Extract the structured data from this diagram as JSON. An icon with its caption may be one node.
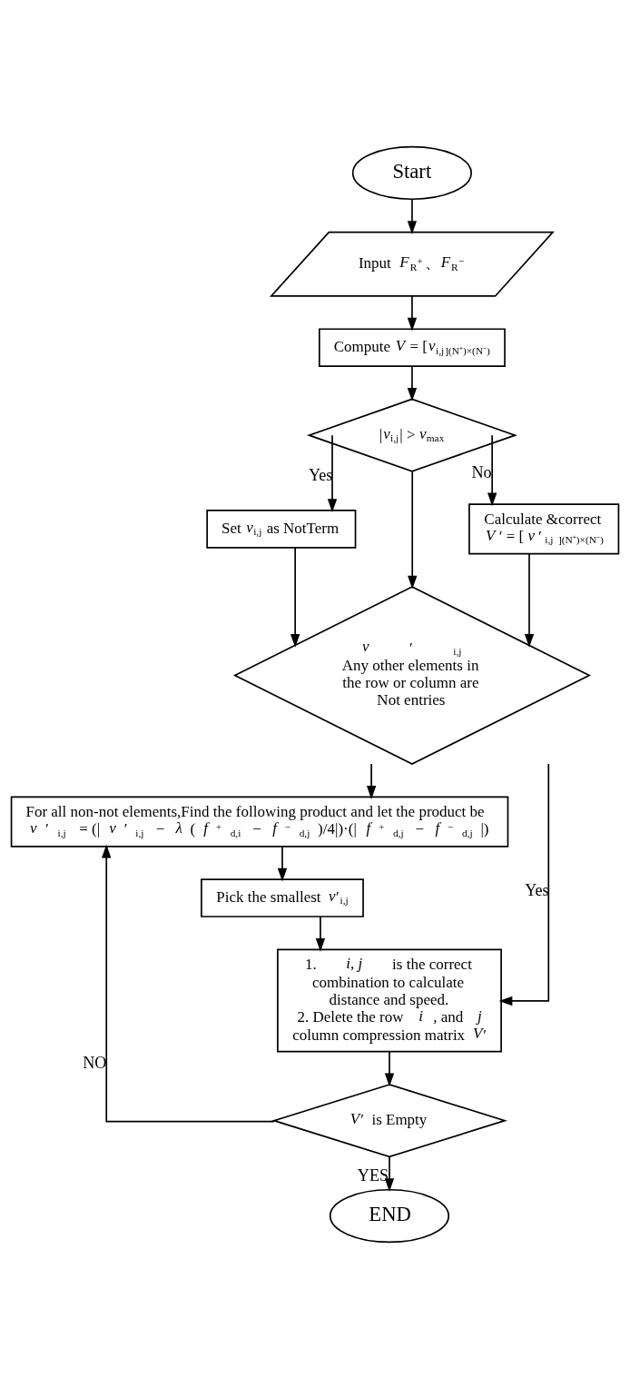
{
  "diagram": {
    "nodes": [
      {
        "text": [
          "Start"
        ]
      },
      {
        "text": [
          "Input  *F*$_{R}$$^{+}$、*F*$_{R}$$^{−}$"
        ]
      },
      {
        "text": [
          "Compute *V* = [*v*$_{i,j}$]$_{(N⁺)×(N⁻)}$"
        ]
      },
      {
        "text": [
          "|*v*$_{i,j}$| > *v*$_{max}$"
        ]
      },
      {
        "text": [
          "Set *v*$_{i,j}$ as NotTerm"
        ]
      },
      {
        "text": [
          "Calculate &correct",
          "*V*′ = [*v*′$_{i,j}$]$_{(N⁺)×(N⁻)}$"
        ]
      },
      {
        "text": [
          "*v*′$_{i,j}$",
          "Any other elements in the row or column are Not entries"
        ]
      },
      {
        "text": [
          "For all non-not elements,Find the following product and let the product be",
          "*v*′$_{i,j}$ = (|*v*′$_{i,j}$ − *λ*(*f*$^{+}$$_{d,i}$ − *f*$^{−}$$_{d,j}$)/4|)·(|*f*$^{+}$$_{d,j}$ − *f*$^{−}$$_{d,j}$|)"
        ]
      },
      {
        "text": [
          "Pick the smallest *v*′$_{i,j}$"
        ]
      },
      {
        "text": [
          "1. *i, j* is the correct combination to calculate distance and speed.",
          "2. Delete the row *i*, and *j* column compression matrix *V*′"
        ]
      },
      {
        "text": [
          "*V*′  is Empty"
        ]
      },
      {
        "text": [
          "END"
        ]
      }
    ],
    "edges": [
      {
        "from": 0,
        "to": 1,
        "arrow": "to"
      },
      {
        "from": 1,
        "to": 2,
        "arrow": "to"
      },
      {
        "from": 2,
        "to": 3,
        "arrow": "to"
      },
      {
        "from": 3,
        "to": 4,
        "arrow": "to",
        "label": "Yes"
      },
      {
        "from": 3,
        "to": 5,
        "arrow": "to",
        "label": "No"
      },
      {
        "from": 3,
        "to": 6,
        "arrow": "to"
      },
      {
        "from": 4,
        "to": 6,
        "arrow": "to"
      },
      {
        "from": 5,
        "to": 6,
        "arrow": "to"
      },
      {
        "from": 6,
        "to": 9,
        "arrow": "to",
        "label": "Yes"
      },
      {
        "from": 6,
        "to": 7,
        "arrow": "to"
      },
      {
        "from": 7,
        "to": 8,
        "arrow": "to"
      },
      {
        "from": 8,
        "to": 9,
        "arrow": "to"
      },
      {
        "from": 9,
        "to": 10,
        "arrow": "to"
      },
      {
        "from": 10,
        "to": 7,
        "arrow": "to",
        "label": "NO"
      },
      {
        "from": 10,
        "to": 11,
        "arrow": "to",
        "label": "YES"
      }
    ]
  }
}
